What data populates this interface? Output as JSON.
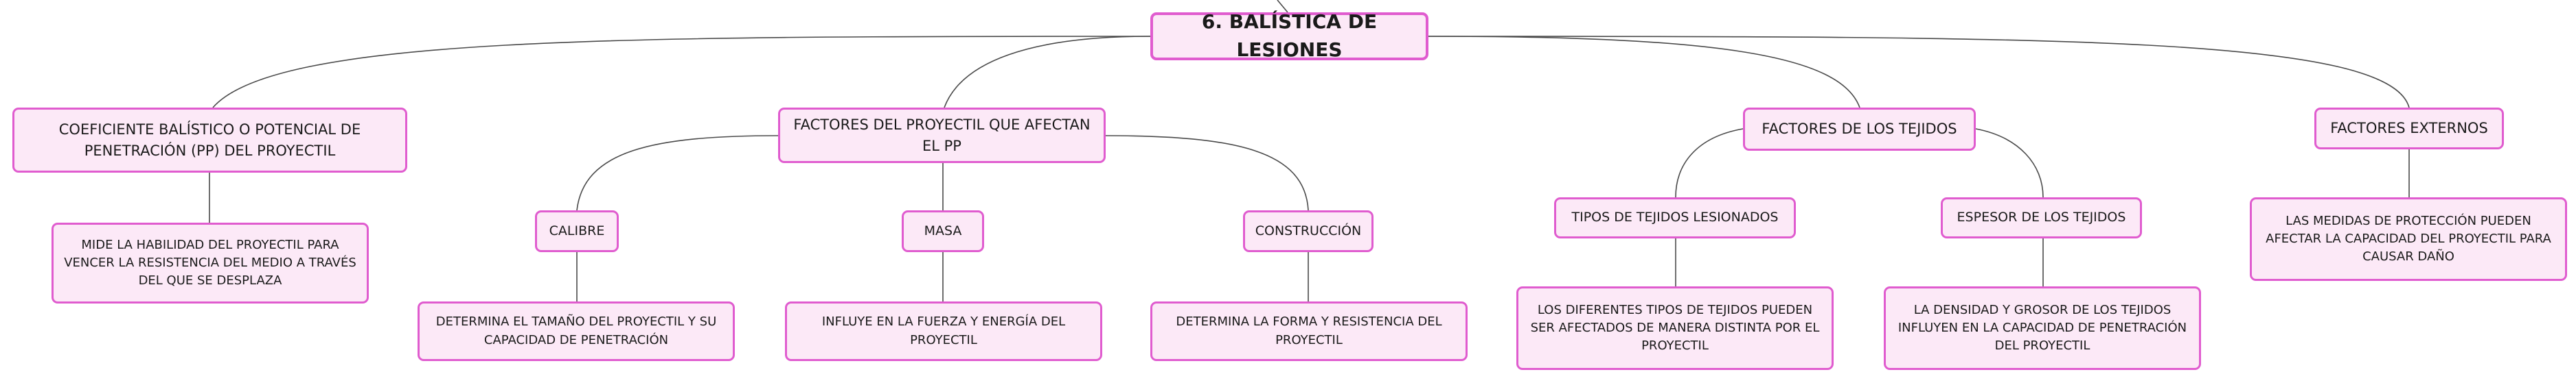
{
  "root": {
    "label": "6. BALÍSTICA DE LESIONES"
  },
  "coeficiente": {
    "label": "COEFICIENTE BALÍSTICO O POTENCIAL DE PENETRACIÓN (PP) DEL PROYECTIL",
    "description": "MIDE LA HABILIDAD DEL PROYECTIL PARA VENCER LA RESISTENCIA DEL MEDIO A TRAVÉS DEL QUE SE DESPLAZA"
  },
  "factores_proyectil": {
    "label": "FACTORES DEL PROYECTIL QUE AFECTAN EL PP",
    "calibre": {
      "label": "CALIBRE",
      "description": "DETERMINA EL TAMAÑO DEL PROYECTIL Y SU CAPACIDAD DE PENETRACIÓN"
    },
    "masa": {
      "label": "MASA",
      "description": "INFLUYE EN LA FUERZA Y ENERGÍA DEL PROYECTIL"
    },
    "construccion": {
      "label": "CONSTRUCCIÓN",
      "description": "DETERMINA LA FORMA Y RESISTENCIA DEL PROYECTIL"
    }
  },
  "factores_tejidos": {
    "label": "FACTORES DE LOS TEJIDOS",
    "tipos": {
      "label": "TIPOS DE TEJIDOS LESIONADOS",
      "description": "LOS DIFERENTES TIPOS DE TEJIDOS PUEDEN SER AFECTADOS DE MANERA DISTINTA POR EL PROYECTIL"
    },
    "espesor": {
      "label": "ESPESOR DE LOS TEJIDOS",
      "description": "LA DENSIDAD Y GROSOR DE LOS TEJIDOS INFLUYEN EN LA CAPACIDAD DE PENETRACIÓN DEL PROYECTIL"
    }
  },
  "factores_externos": {
    "label": "FACTORES EXTERNOS",
    "description": "LAS MEDIDAS DE PROTECCIÓN PUEDEN AFECTAR LA CAPACIDAD DEL PROYECTIL PARA CAUSAR DAÑO"
  },
  "colors": {
    "node_fill": "#fce9f7",
    "node_border": "#e05ccf",
    "connector": "#4a4a4a"
  }
}
